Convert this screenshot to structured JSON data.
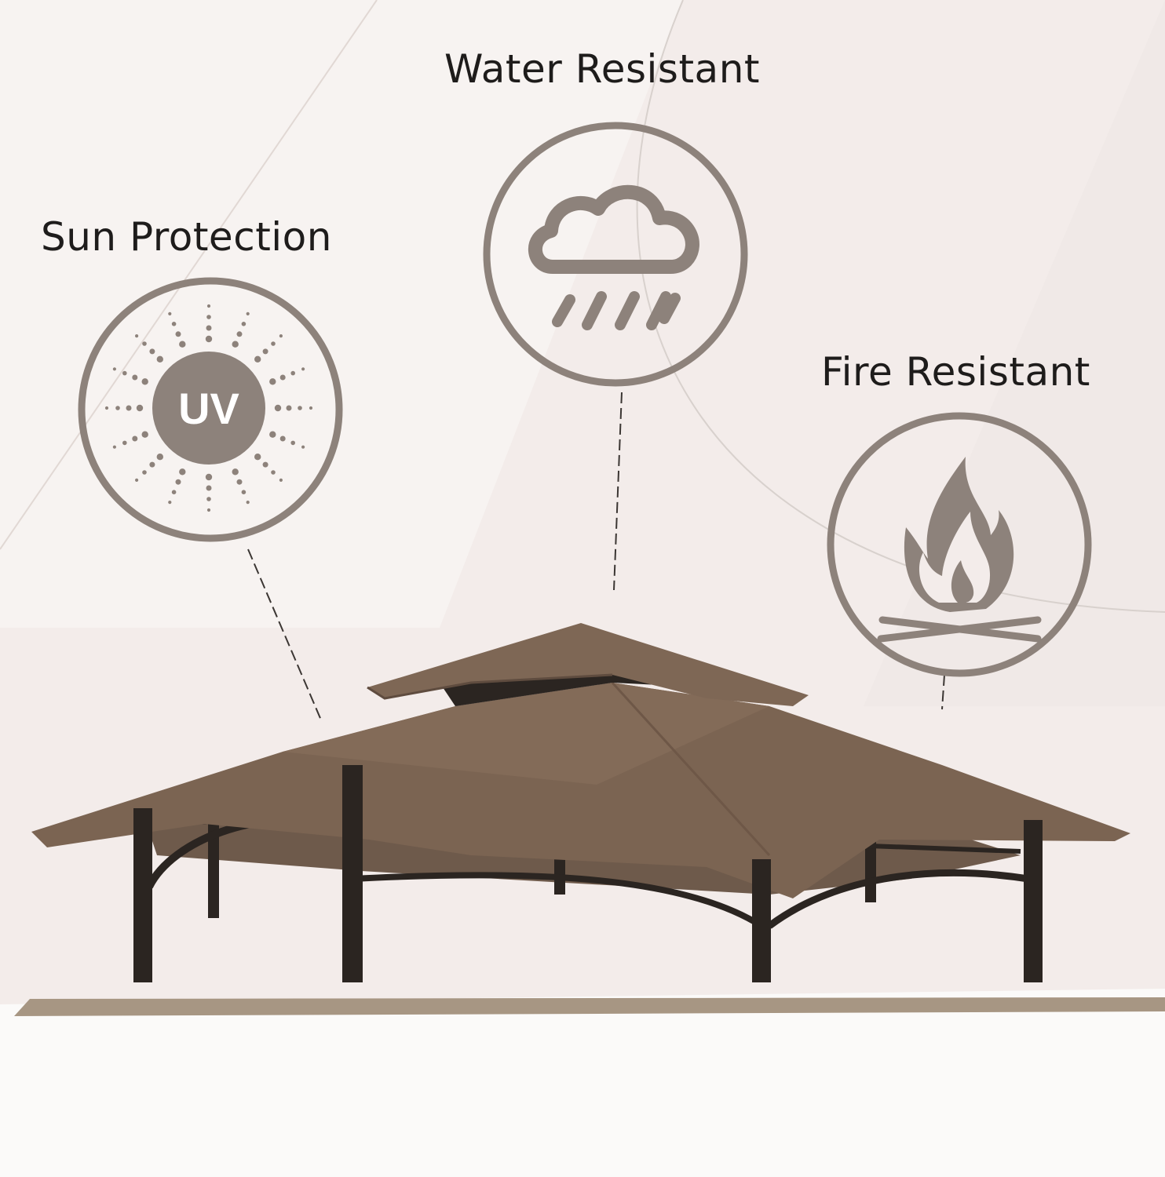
{
  "features": {
    "water": {
      "label": "Water Resistant",
      "icon": "rain-cloud-icon"
    },
    "sun": {
      "label": "Sun Protection",
      "icon": "uv-sun-icon",
      "badge": "UV"
    },
    "fire": {
      "label": "Fire Resistant",
      "icon": "flame-icon"
    }
  },
  "colors": {
    "background": "#f3ecea",
    "icon": "#8d827b",
    "canopy": "#7b6452",
    "frame": "#2b2521",
    "ground": "#a79683"
  }
}
